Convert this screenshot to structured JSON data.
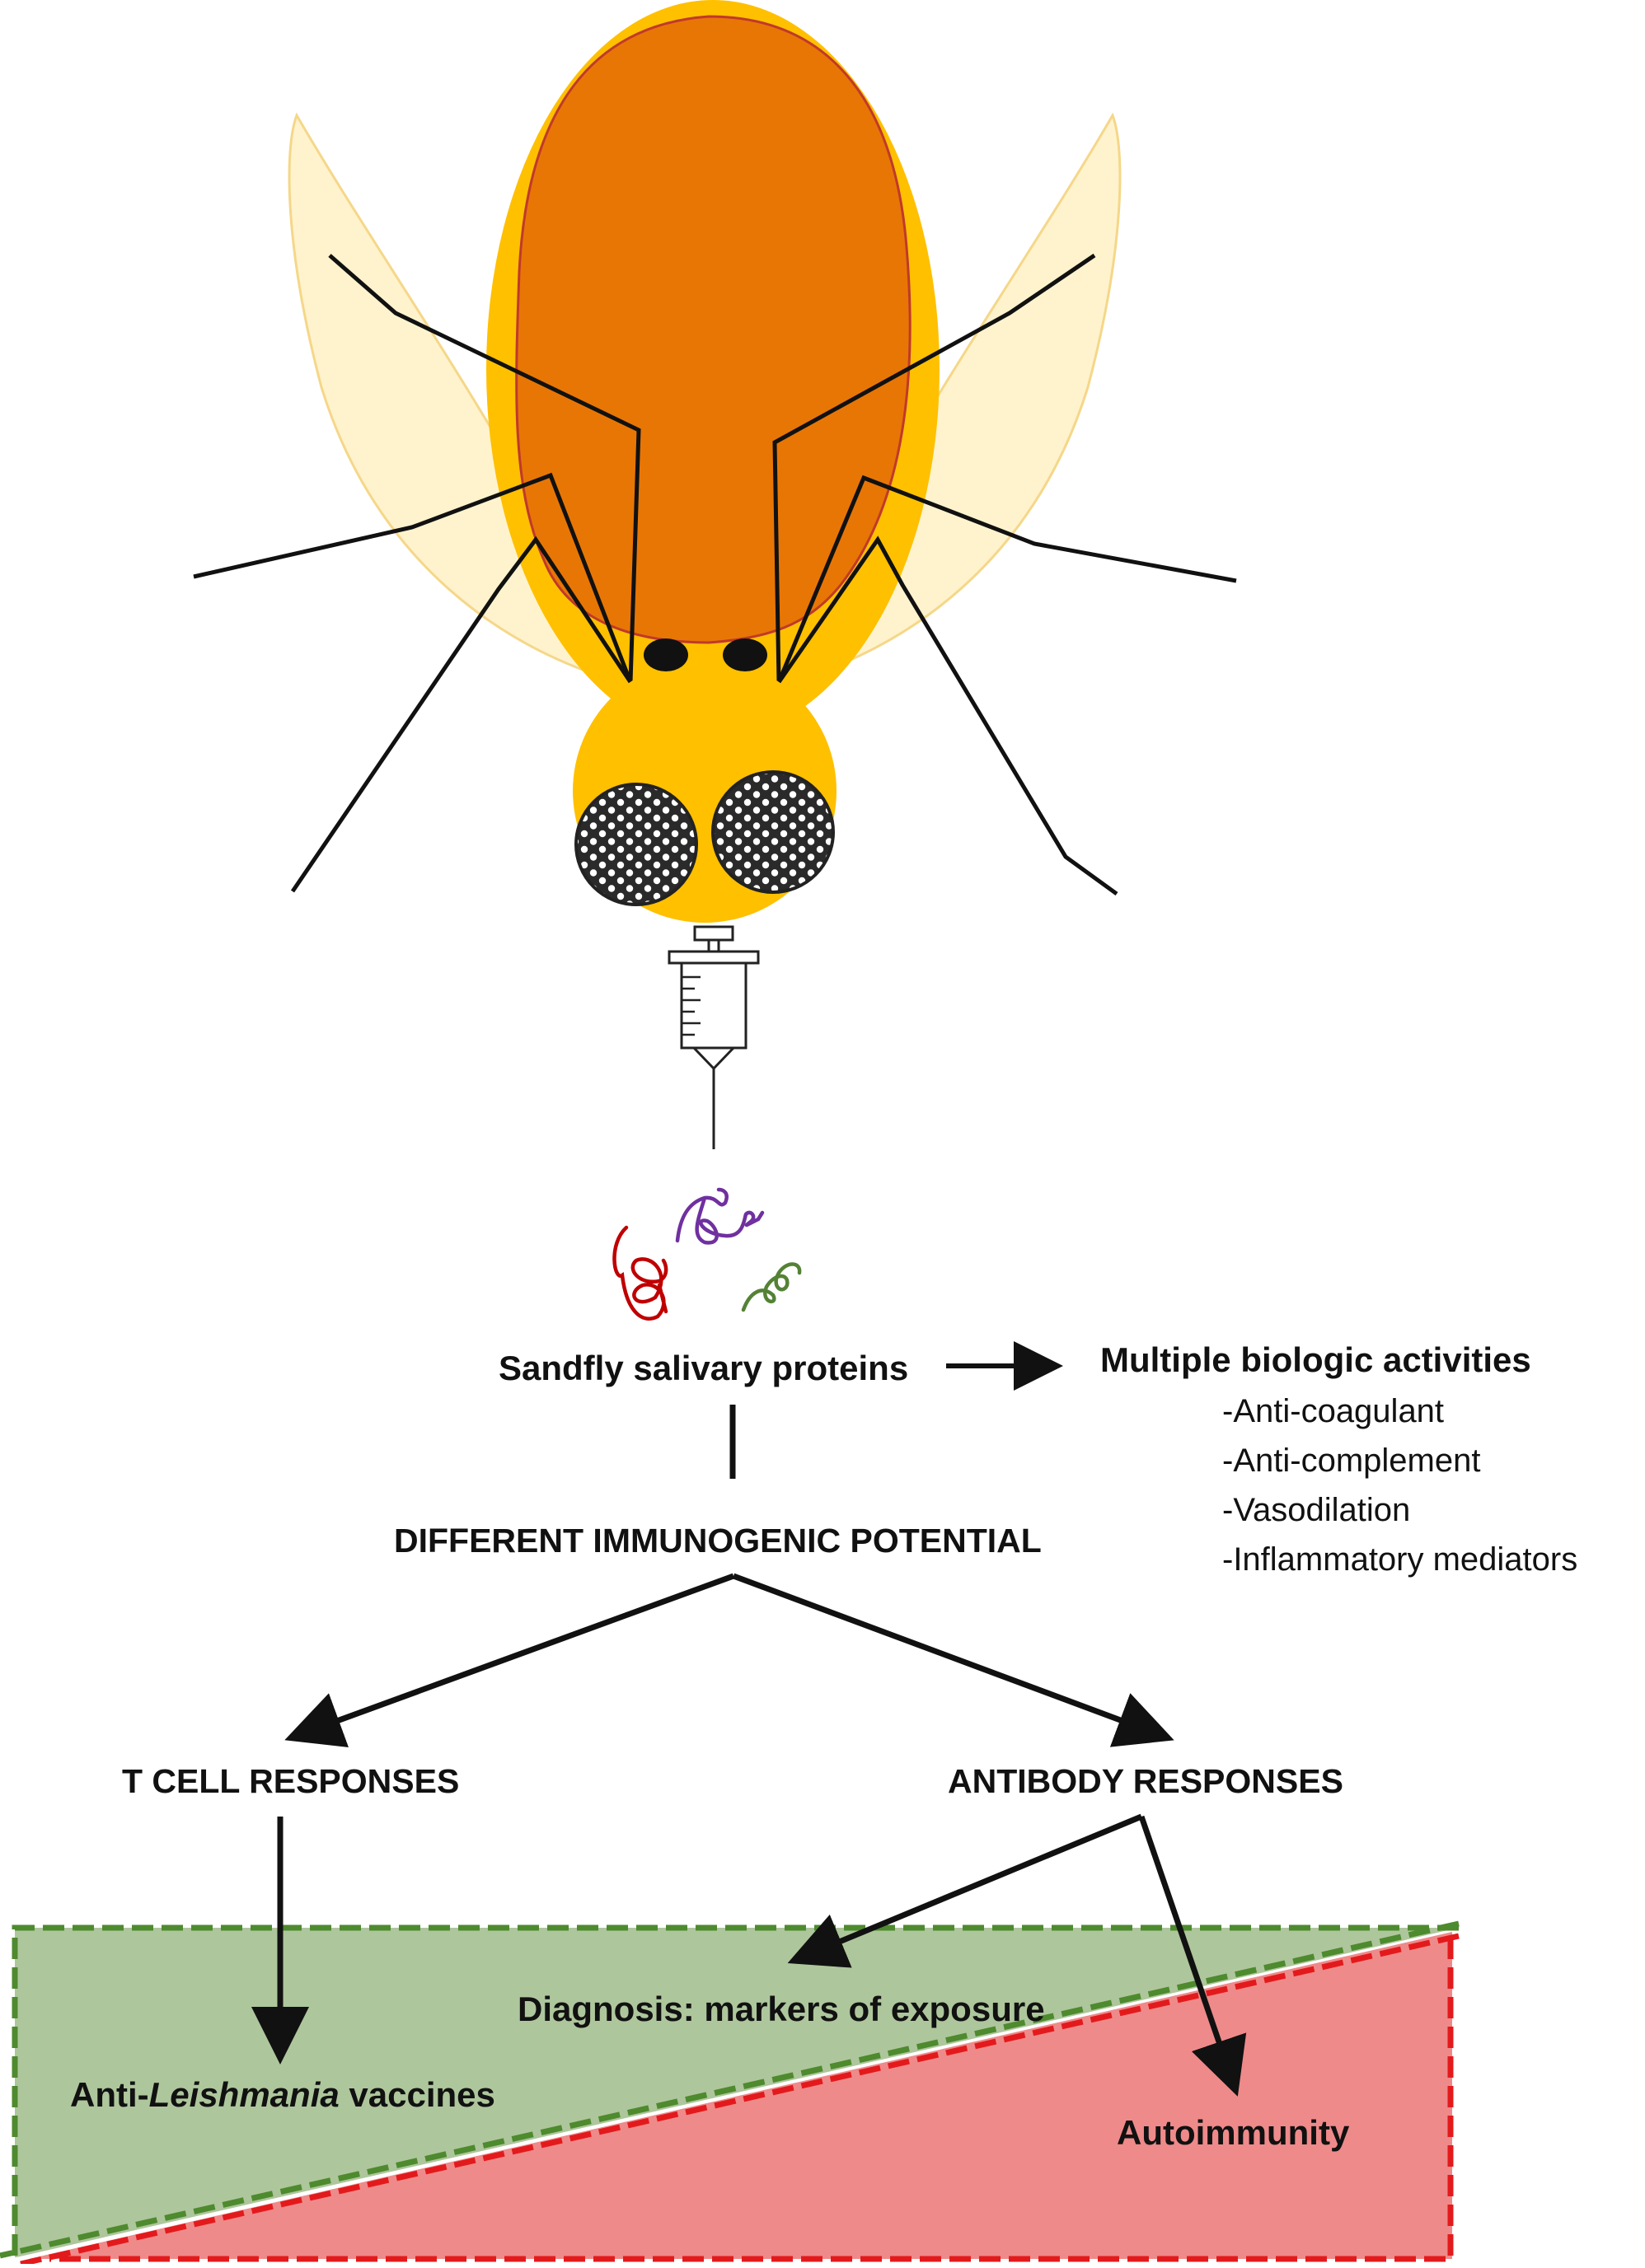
{
  "proteins_label": "Sandfly salivary proteins",
  "activities": {
    "title": "Multiple biologic activities",
    "items": [
      "-Anti-coagulant",
      "-Anti-complement",
      "-Vasodilation",
      "-Inflammatory mediators"
    ]
  },
  "immunogenic_label": "DIFFERENT IMMUNOGENIC POTENTIAL",
  "tcell_label": "T CELL RESPONSES",
  "antibody_label": "ANTIBODY RESPONSES",
  "diagnosis_label": "Diagnosis: markers of exposure",
  "vaccine_label": {
    "prefix": "Anti-",
    "italic": "Leishmania",
    "suffix": " vaccines"
  },
  "autoimmunity_label": "Autoimmunity",
  "colors": {
    "thorax": "#FFC000",
    "abdomen": "#E87605",
    "abdomen_outline": "#C0392B",
    "wing": "#FFF0C0",
    "green_zone": "#AEC69C",
    "green_dash": "#4E8A2E",
    "red_zone": "#EF8A8A",
    "red_dash": "#E31A1C",
    "protein_red": "#C00000",
    "protein_purple": "#7030A0",
    "protein_green": "#548235"
  }
}
